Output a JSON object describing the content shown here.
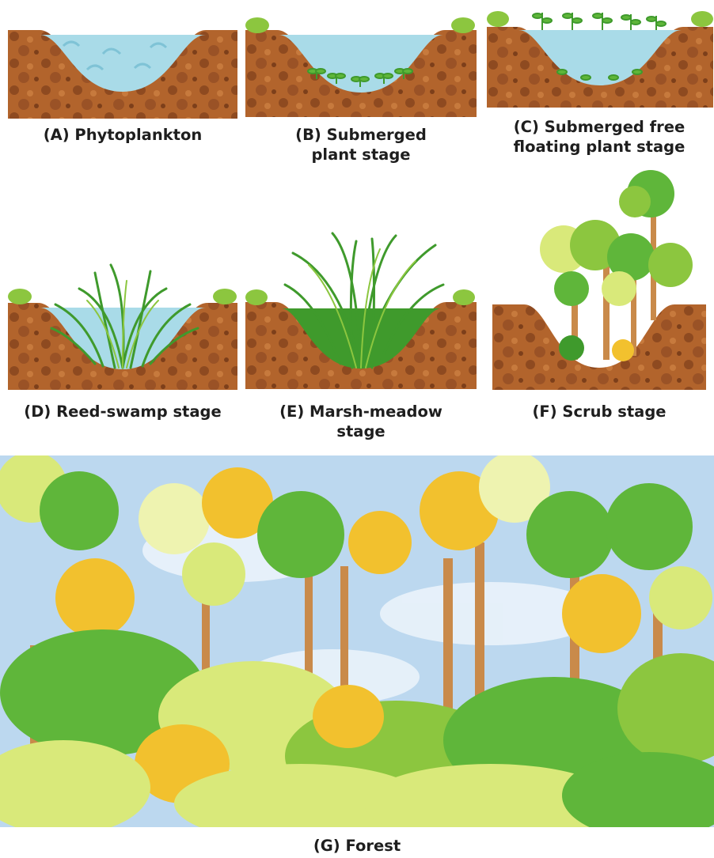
{
  "stages": [
    {
      "id": "A",
      "caption": "(A) Phytoplankton"
    },
    {
      "id": "B",
      "caption": "(B) Submerged\nplant stage"
    },
    {
      "id": "C",
      "caption": "(C) Submerged free\nfloating plant stage"
    },
    {
      "id": "D",
      "caption": "(D) Reed-swamp stage"
    },
    {
      "id": "E",
      "caption": "(E) Marsh-meadow\nstage"
    },
    {
      "id": "F",
      "caption": "(F) Scrub stage"
    },
    {
      "id": "G",
      "caption": "(G) Forest"
    }
  ],
  "colors": {
    "soil": "#b2642c",
    "soil_dark": "#7d3f1a",
    "soil_spot": "#9a5226",
    "water": "#a9dbe8",
    "grass": "#3f9a2c",
    "grass_light": "#8cc63f",
    "foliage_yellow": "#f2c12e",
    "foliage_lime": "#d9e97a",
    "foliage_green": "#5fb63a",
    "trunk": "#c98a4a",
    "sky": "#bcd8ef"
  }
}
